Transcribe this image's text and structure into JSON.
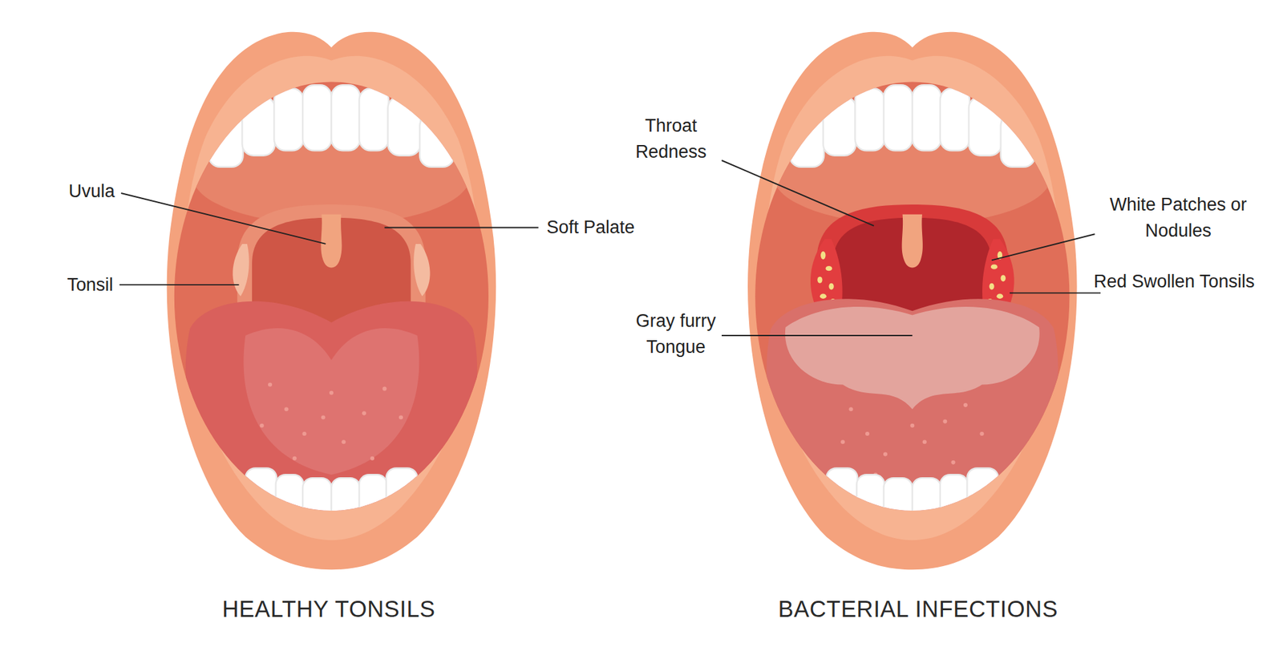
{
  "diagram": {
    "labels": [
      "Uvula",
      "Soft Palate",
      "Tonsil",
      "Throat Redness",
      "White Patches or Nodules",
      "Red Swollen Tonsils",
      "Gray furry Tongue",
      "HEALTHY TONSILS",
      "BACTERIAL INFECTIONS"
    ]
  }
}
